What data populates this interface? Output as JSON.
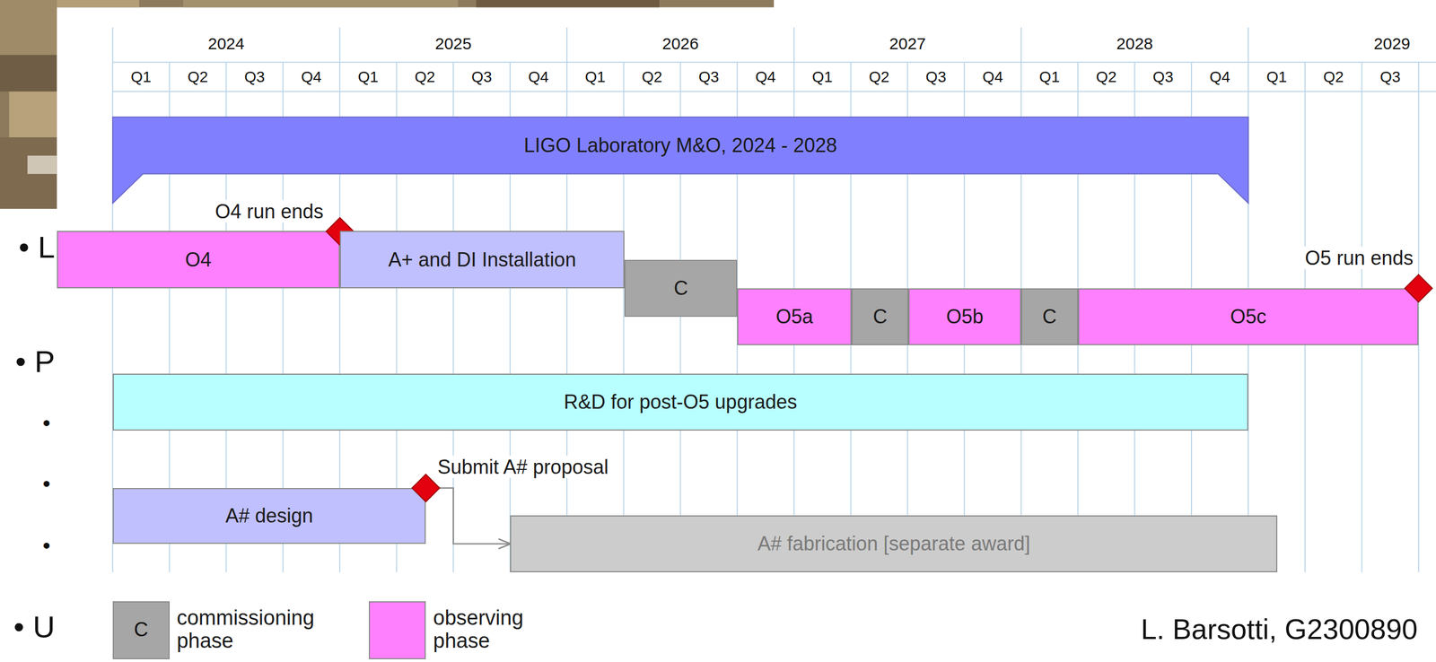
{
  "diagram": {
    "nodes": [
      {
        "text": [
          "LIGO Laboratory M&O, 2024 - 2028"
        ]
      },
      {
        "text": [
          "O4"
        ]
      },
      {
        "text": [
          "O4 run ends"
        ]
      },
      {
        "text": [
          "A+ and DI Installation"
        ]
      },
      {
        "text": [
          "C"
        ]
      },
      {
        "text": [
          "O5a"
        ]
      },
      {
        "text": [
          "C"
        ]
      },
      {
        "text": [
          "O5b"
        ]
      },
      {
        "text": [
          "C"
        ]
      },
      {
        "text": [
          "O5c"
        ]
      },
      {
        "text": [
          "O5 run ends"
        ]
      },
      {
        "text": [
          "R&D for post-O5 upgrades"
        ]
      },
      {
        "text": [
          "A# design"
        ]
      },
      {
        "text": [
          "Submit A# proposal"
        ]
      },
      {
        "text": [
          "A# fabrication [separate award]"
        ]
      }
    ],
    "edges": [
      {
        "from": 13,
        "to": 14,
        "arrow": "to"
      }
    ],
    "labels": [
      "2024",
      "2025",
      "2026",
      "2027",
      "2028",
      "2029",
      "Q1",
      "Q2",
      "Q3",
      "Q4",
      "Q1",
      "Q2",
      "Q3",
      "Q4",
      "Q1",
      "Q2",
      "Q3",
      "Q4",
      "Q1",
      "Q2",
      "Q3",
      "Q4",
      "Q1",
      "Q2",
      "Q3",
      "Q4",
      "Q1",
      "Q2",
      "Q3",
      "• L",
      "• P",
      "•",
      "•",
      "•",
      "• U",
      "C",
      "L. Barsotti, G2300890"
    ],
    "legend": [
      {
        "text": "commissioning phase",
        "color": "#a6a6a6"
      },
      {
        "text": "observing phase",
        "color": "#ff80ff"
      }
    ]
  }
}
